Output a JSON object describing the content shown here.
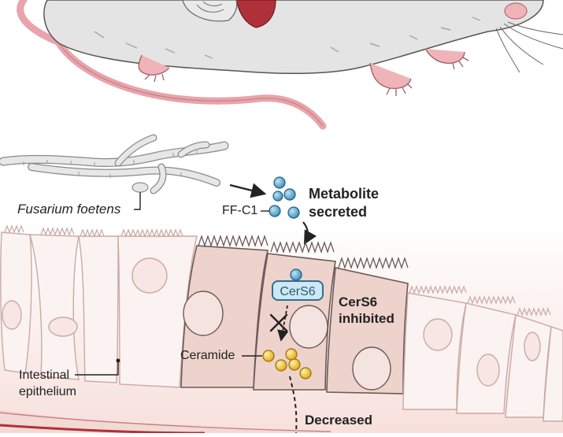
{
  "labels": {
    "fungus": "Fusarium foetens",
    "compound": "FF-C1",
    "metabolite_line1": "Metabolite",
    "metabolite_line2": "secreted",
    "enzyme": "CerS6",
    "inhibited_line1": "CerS6",
    "inhibited_line2": "inhibited",
    "ceramide": "Ceramide",
    "epithelium_line1": "Intestinal",
    "epithelium_line2": "epithelium",
    "decreased": "Decreased"
  },
  "colors": {
    "metabolite": "#5aa7cf",
    "ceramide": "#f2c230",
    "cell_highlight": "#edd3cc",
    "cell_plain": "#fbf3f1",
    "outline": "#6b5a58",
    "mouse_fur": "#e4e4e4",
    "mouse_skin": "#f0b4b8",
    "tissue_red": "#b0303a",
    "background_tint": "#fcefec"
  },
  "icons": [
    "mouse-illustration",
    "fungus-hyphae-icon",
    "metabolite-molecule-icon",
    "ceramide-molecule-icon",
    "inhibition-x-icon"
  ]
}
